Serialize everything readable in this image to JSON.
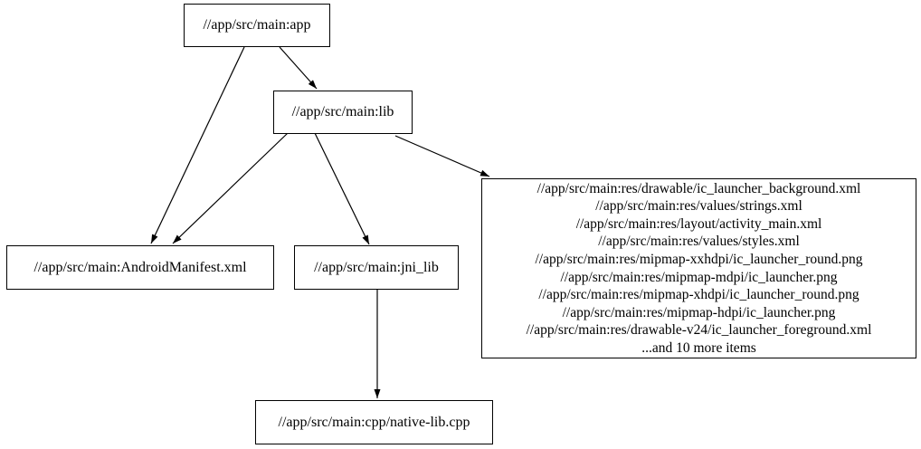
{
  "diagram": {
    "type": "directed-dependency-graph",
    "colors": {
      "background": "#ffffff",
      "node_border": "#000000",
      "edge": "#000000",
      "text": "#000000"
    },
    "nodes": {
      "app": {
        "label": "//app/src/main:app"
      },
      "lib": {
        "label": "//app/src/main:lib"
      },
      "android_manifest": {
        "label": "//app/src/main:AndroidManifest.xml"
      },
      "jni_lib": {
        "label": "//app/src/main:jni_lib"
      },
      "res_group": {
        "lines": [
          "//app/src/main:res/drawable/ic_launcher_background.xml",
          "//app/src/main:res/values/strings.xml",
          "//app/src/main:res/layout/activity_main.xml",
          "//app/src/main:res/values/styles.xml",
          "//app/src/main:res/mipmap-xxhdpi/ic_launcher_round.png",
          "//app/src/main:res/mipmap-mdpi/ic_launcher.png",
          "//app/src/main:res/mipmap-xhdpi/ic_launcher_round.png",
          "//app/src/main:res/mipmap-hdpi/ic_launcher.png",
          "//app/src/main:res/drawable-v24/ic_launcher_foreground.xml",
          "...and 10 more items"
        ]
      },
      "native_lib_cpp": {
        "label": "//app/src/main:cpp/native-lib.cpp"
      }
    },
    "edges": [
      {
        "from": "app",
        "to": "lib"
      },
      {
        "from": "app",
        "to": "android_manifest"
      },
      {
        "from": "lib",
        "to": "android_manifest"
      },
      {
        "from": "lib",
        "to": "jni_lib"
      },
      {
        "from": "lib",
        "to": "res_group"
      },
      {
        "from": "jni_lib",
        "to": "native_lib_cpp"
      }
    ]
  }
}
